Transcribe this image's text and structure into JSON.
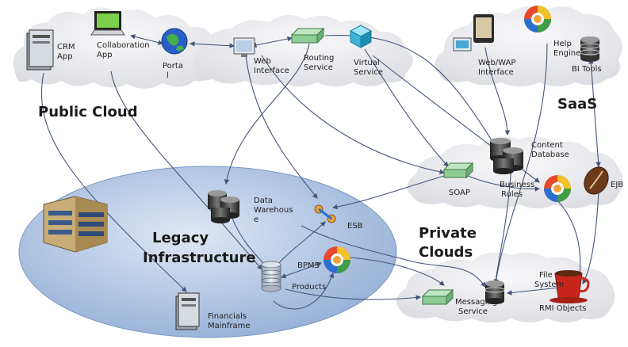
{
  "regions": {
    "public_cloud": "Public Cloud",
    "saas": "SaaS",
    "private_clouds_1": "Private",
    "private_clouds_2": "Clouds",
    "legacy_1": "Legacy",
    "legacy_2": "Infrastructure"
  },
  "nodes": {
    "crm_app_1": "CRM",
    "crm_app_2": "App",
    "collab_1": "Collaboration",
    "collab_2": "App",
    "portal_1": "Porta",
    "portal_2": "l",
    "web_interface_1": "Web",
    "web_interface_2": "Interface",
    "routing_1": "Routing",
    "routing_2": "Service",
    "virtual_1": "Virtual",
    "virtual_2": "Service",
    "webwap_1": "Web/WAP",
    "webwap_2": "Interface",
    "help_1": "Help",
    "help_2": "Engine",
    "bi_tools": "BI Tools",
    "content_db_1": "Content",
    "content_db_2": "Database",
    "soap": "SOAP",
    "business_rules_1": "Business",
    "business_rules_2": "Rules",
    "ejb": "EJB",
    "data_wh_1": "Data",
    "data_wh_2": "Warehous",
    "data_wh_3": "e",
    "esb": "ESB",
    "bpms": "BPMS",
    "products": "Products",
    "financials_1": "Financials",
    "financials_2": "Mainframe",
    "messaging_1": "Messaging",
    "messaging_2": "Service",
    "file_system_1": "File",
    "file_system_2": "System",
    "rmi_objects": "RMI Objects"
  },
  "colors": {
    "cloud": "#e8e9ec",
    "legacy_ellipse": "#9fb9dc",
    "connector": "#44557a"
  }
}
